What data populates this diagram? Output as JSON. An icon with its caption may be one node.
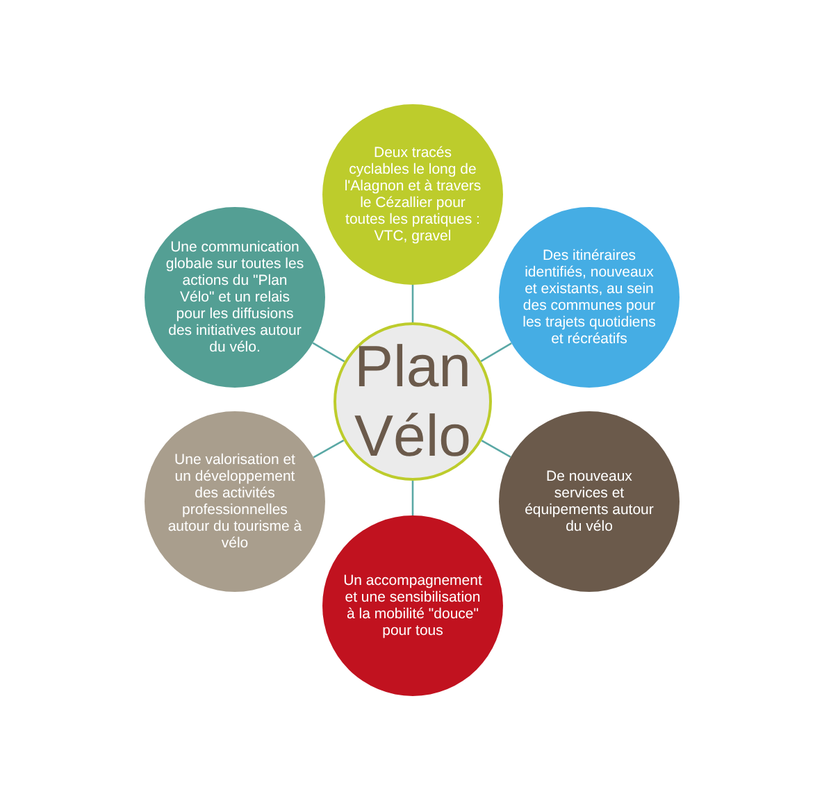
{
  "diagram": {
    "nodes": [
      {
        "text": [
          "Plan Vélo"
        ]
      },
      {
        "text": [
          "Deux tracés cyclables le long de l'Alagnon et à travers le Cézallier pour toutes les pratiques : VTC, gravel"
        ]
      },
      {
        "text": [
          "Des itinéraires identifiés, nouveaux et existants, au sein des communes pour les trajets quotidiens et récréatifs"
        ]
      },
      {
        "text": [
          "De nouveaux services et équipements autour du vélo"
        ]
      },
      {
        "text": [
          "Un accompagnement et une sensibilisation à la mobilité \"douce\" pour tous"
        ]
      },
      {
        "text": [
          "Une valorisation et un développement des activités professionnelles autour du tourisme à vélo"
        ]
      },
      {
        "text": [
          "Une communication globale sur toutes les actions du \"Plan Vélo\" et un relais pour les diffusions des initiatives autour du vélo."
        ]
      }
    ],
    "edges": [
      {
        "from": 0,
        "to": 1,
        "arrow": "none"
      },
      {
        "from": 0,
        "to": 2,
        "arrow": "none"
      },
      {
        "from": 0,
        "to": 3,
        "arrow": "none"
      },
      {
        "from": 0,
        "to": 4,
        "arrow": "none"
      },
      {
        "from": 0,
        "to": 5,
        "arrow": "none"
      },
      {
        "from": 0,
        "to": 6,
        "arrow": "none"
      }
    ]
  }
}
